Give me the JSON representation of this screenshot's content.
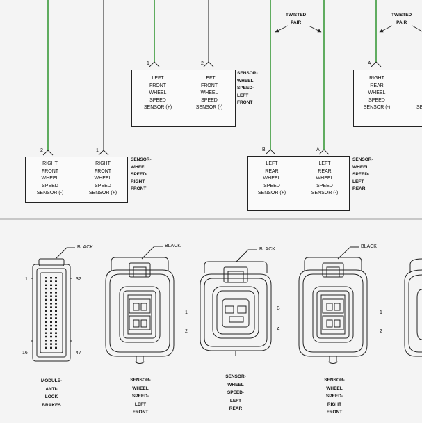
{
  "colors": {
    "wire_green": "#3a9a3a",
    "wire_gray": "#6a6a6a",
    "line": "#222222",
    "background": "#f4f4f4"
  },
  "wiring": {
    "twisted_pair_1": "TWISTED\nPAIR",
    "twisted_pair_2": "TWISTED\nPAIR",
    "lf": {
      "pin_a": "1",
      "pin_b": "2",
      "cell_a": "LEFT\nFRONT\nWHEEL\nSPEED\nSENSOR (+)",
      "cell_b": "LEFT\nFRONT\nWHEEL\nSPEED\nSENSOR (-)",
      "title": "SENSOR-\nWHEEL\nSPEED-\nLEFT\nFRONT"
    },
    "rr": {
      "pin_a": "A",
      "cell_a": "RIGHT\nREAR\nWHEEL\nSPEED\nSENSOR (-)",
      "cell_b_partial": "SE"
    },
    "rf": {
      "pin_a": "2",
      "pin_b": "1",
      "cell_a": "RIGHT\nFRONT\nWHEEL\nSPEED\nSENSOR (-)",
      "cell_b": "RIGHT\nFRONT\nWHEEL\nSPEED\nSENSOR (+)",
      "title": "SENSOR-\nWHEEL\nSPEED-\nRIGHT\nFRONT"
    },
    "lr": {
      "pin_a": "B",
      "pin_b": "A",
      "cell_a": "LEFT\nREAR\nWHEEL\nSPEED\nSENSOR (+)",
      "cell_b": "LEFT\nREAR\nWHEEL\nSPEED\nSENSOR (-)",
      "title": "SENSOR-\nWHEEL\nSPEED-\nLEFT\nREAR"
    }
  },
  "connectors": {
    "abs": {
      "color": "BLACK",
      "pin_tl": "1",
      "pin_tr": "32",
      "pin_bl": "16",
      "pin_br": "47",
      "caption": "MODULE-\nANTI-\nLOCK\nBRAKES"
    },
    "lf": {
      "color": "BLACK",
      "pin_1": "1",
      "pin_2": "2",
      "caption": "SENSOR-\nWHEEL\nSPEED-\nLEFT\nFRONT"
    },
    "lr": {
      "color": "BLACK",
      "pin_b": "B",
      "pin_a": "A",
      "caption": "SENSOR-\nWHEEL\nSPEED-\nLEFT\nREAR"
    },
    "rf": {
      "color": "BLACK",
      "pin_1": "1",
      "pin_2": "2",
      "caption": "SENSOR-\nWHEEL\nSPEED-\nRIGHT\nFRONT"
    }
  }
}
